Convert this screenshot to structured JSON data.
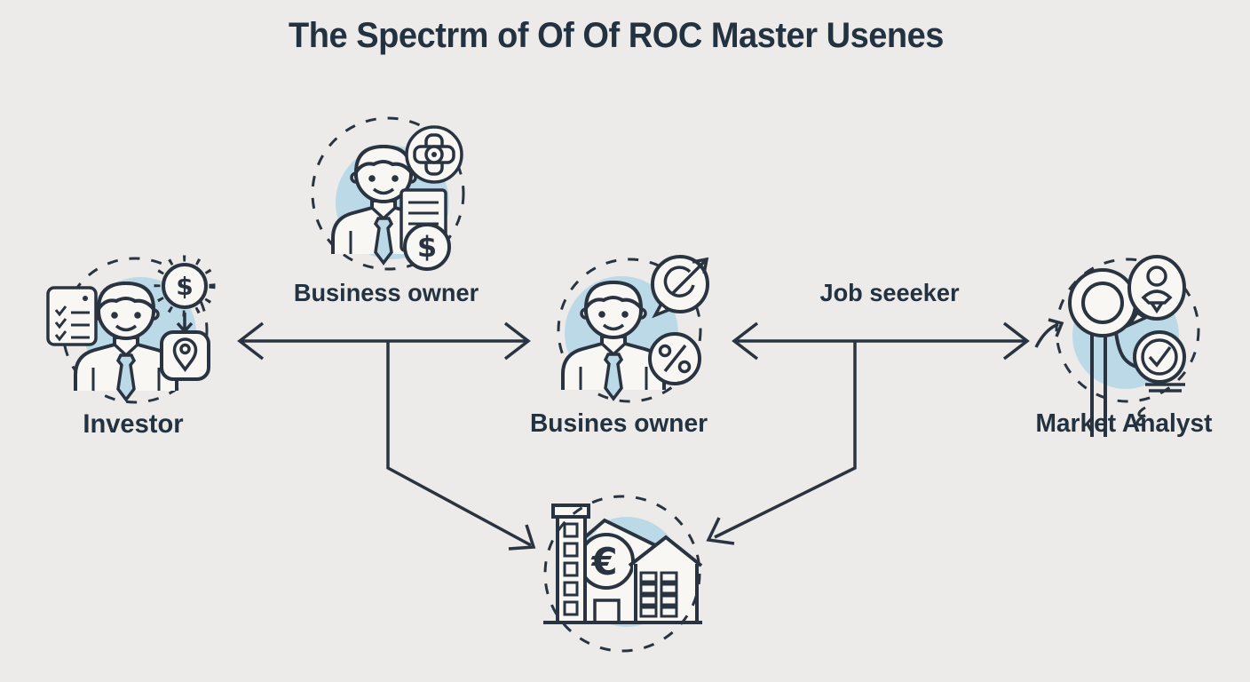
{
  "title": "The Spectrm of Of Of ROC Master Usenes",
  "colors": {
    "background": "#ECEBE9",
    "line": "#2A3440",
    "text": "#233240",
    "accent_blue": "#BCD9E8",
    "icon_fill": "#F8F7F4"
  },
  "nodes": [
    {
      "id": "business-owner-top",
      "label": "Business owner",
      "icon": "businessman-plus-document-dollar-icon"
    },
    {
      "id": "investor",
      "label": "Investor",
      "icon": "businessman-checklist-suncoin-location-icon"
    },
    {
      "id": "business-owner-center",
      "label": "Busines owner",
      "icon": "businessman-growth-bubble-percent-icon"
    },
    {
      "id": "job-seeker",
      "label": "Job seeeker",
      "icon": "none"
    },
    {
      "id": "market-analyst",
      "label": "Market Analyst",
      "icon": "magnifier-speech-bubble-check-icon"
    },
    {
      "id": "property-building",
      "label": "",
      "icon": "building-house-euro-icon"
    }
  ],
  "glyphs": {
    "dollar": "$",
    "euro": "€"
  },
  "connectors": [
    {
      "type": "double-arrow",
      "between": [
        "investor",
        "business-owner-center"
      ]
    },
    {
      "type": "double-arrow",
      "between": [
        "business-owner-center",
        "market-analyst"
      ]
    },
    {
      "type": "arrow",
      "from": "investor-link-midpoint",
      "to": "property-building"
    },
    {
      "type": "arrow",
      "from": "analyst-link-midpoint",
      "to": "property-building"
    },
    {
      "type": "small-curved-arrow",
      "from": "analyst-link",
      "to": "market-analyst"
    }
  ]
}
